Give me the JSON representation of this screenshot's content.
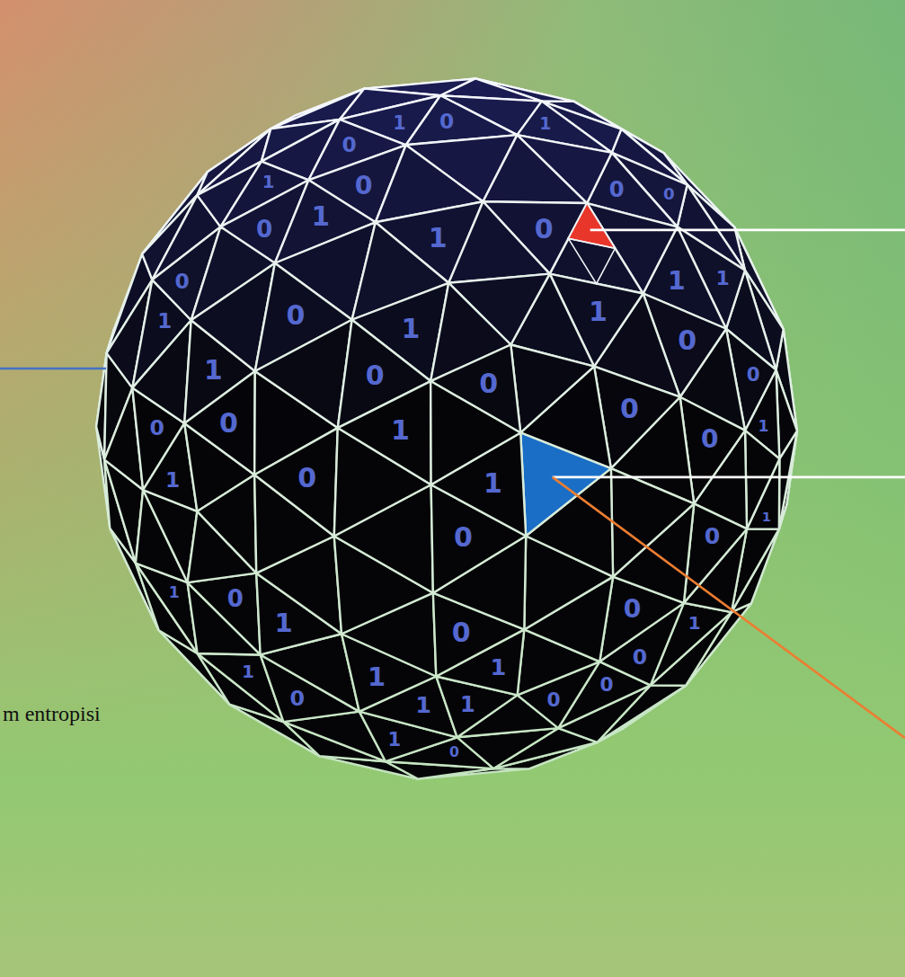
{
  "diagram": {
    "labels": [
      "m entropisi",
      "0",
      "1",
      "0",
      "1",
      "0",
      "1",
      "0",
      "0",
      "1",
      "0",
      "0",
      "1",
      "0",
      "1",
      "1",
      "0",
      "1",
      "1",
      "1",
      "0",
      "0",
      "1",
      "0",
      "0",
      "0",
      "0",
      "1",
      "0",
      "0",
      "1",
      "1",
      "1",
      "0",
      "0",
      "1",
      "1",
      "0",
      "1",
      "0",
      "0",
      "1",
      "0",
      "1",
      "1",
      "0",
      "1",
      "0",
      "1",
      "1",
      "0",
      "0",
      "1",
      "0"
    ]
  }
}
